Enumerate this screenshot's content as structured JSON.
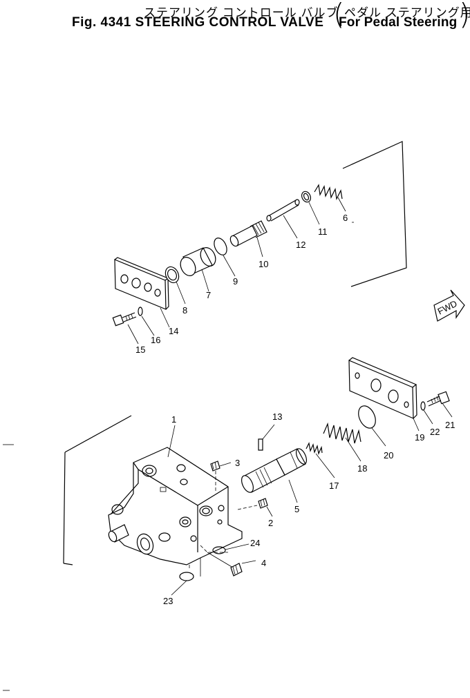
{
  "header": {
    "title_jp": "ステアリング コントロール バルブ",
    "subtitle_jp": "ペダル ステアリング用",
    "title_en": "Fig. 4341 STEERING CONTROL VALVE",
    "subtitle_en": "For Pedal Steering"
  },
  "fwd_label": "FWD",
  "callouts": [
    "1",
    "2",
    "3",
    "4",
    "5",
    "6",
    "7",
    "8",
    "9",
    "10",
    "11",
    "12",
    "13",
    "14",
    "15",
    "16",
    "17",
    "18",
    "19",
    "20",
    "21",
    "22",
    "23",
    "24"
  ]
}
